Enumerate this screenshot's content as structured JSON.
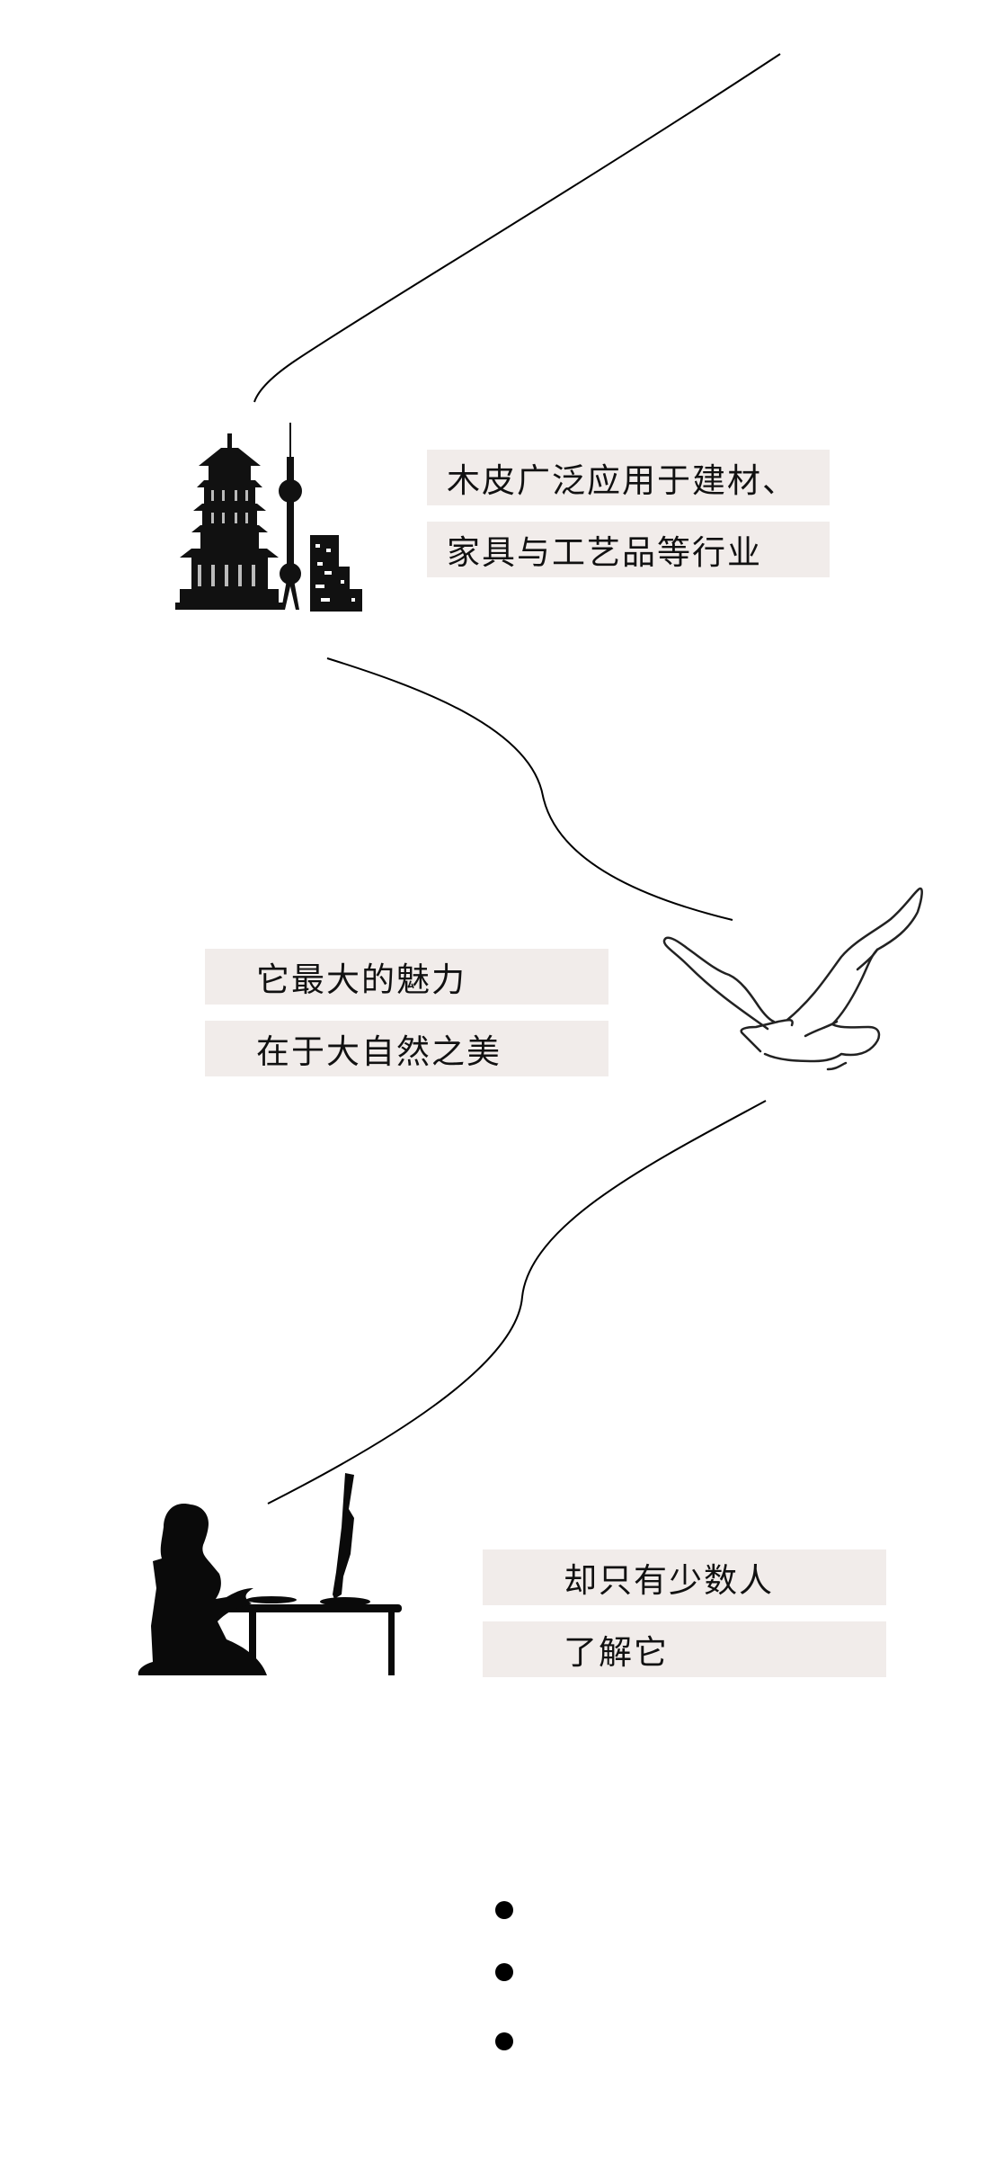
{
  "sections": [
    {
      "illustration": "city-skyline-pagoda-tower-icon",
      "lines": [
        "木皮广泛应用于建材、",
        "家具与工艺品等行业"
      ]
    },
    {
      "illustration": "flying-bird-outline-icon",
      "lines": [
        "它最大的魅力",
        "在于大自然之美"
      ]
    },
    {
      "illustration": "woman-at-computer-silhouette-icon",
      "lines": [
        "却只有少数人",
        "了解它"
      ]
    }
  ],
  "continuation": {
    "icon": "vertical-ellipsis-dots",
    "count": 3
  },
  "colors": {
    "band_background": "#f1ecea",
    "text": "#111111",
    "line": "#000000",
    "background": "#ffffff"
  }
}
